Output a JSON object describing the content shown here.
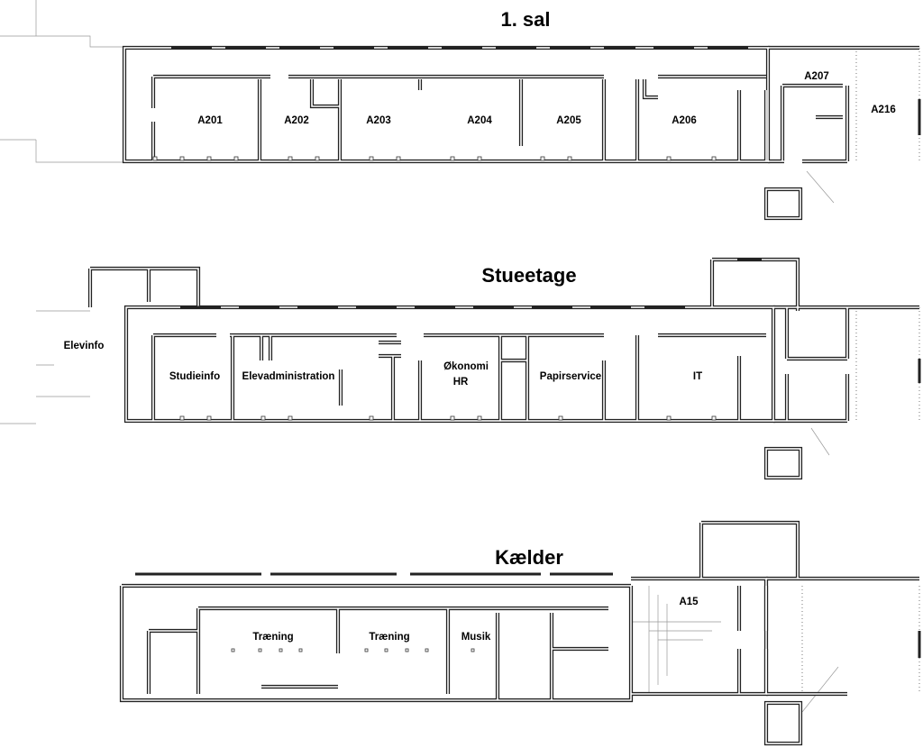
{
  "floors": {
    "first": {
      "title": "1. sal",
      "rooms": [
        "A201",
        "A202",
        "A203",
        "A204",
        "A205",
        "A206",
        "A207",
        "A216"
      ]
    },
    "ground": {
      "title": "Stueetage",
      "rooms": {
        "elevinfo": "Elevinfo",
        "studieinfo": "Studieinfo",
        "elevadministration": "Elevadministration",
        "okonomi": "Økonomi",
        "hr": "HR",
        "papirservice": "Papirservice",
        "it": "IT"
      }
    },
    "basement": {
      "title": "Kælder",
      "rooms": [
        "Træning",
        "Træning",
        "Musik",
        "A15"
      ]
    }
  }
}
